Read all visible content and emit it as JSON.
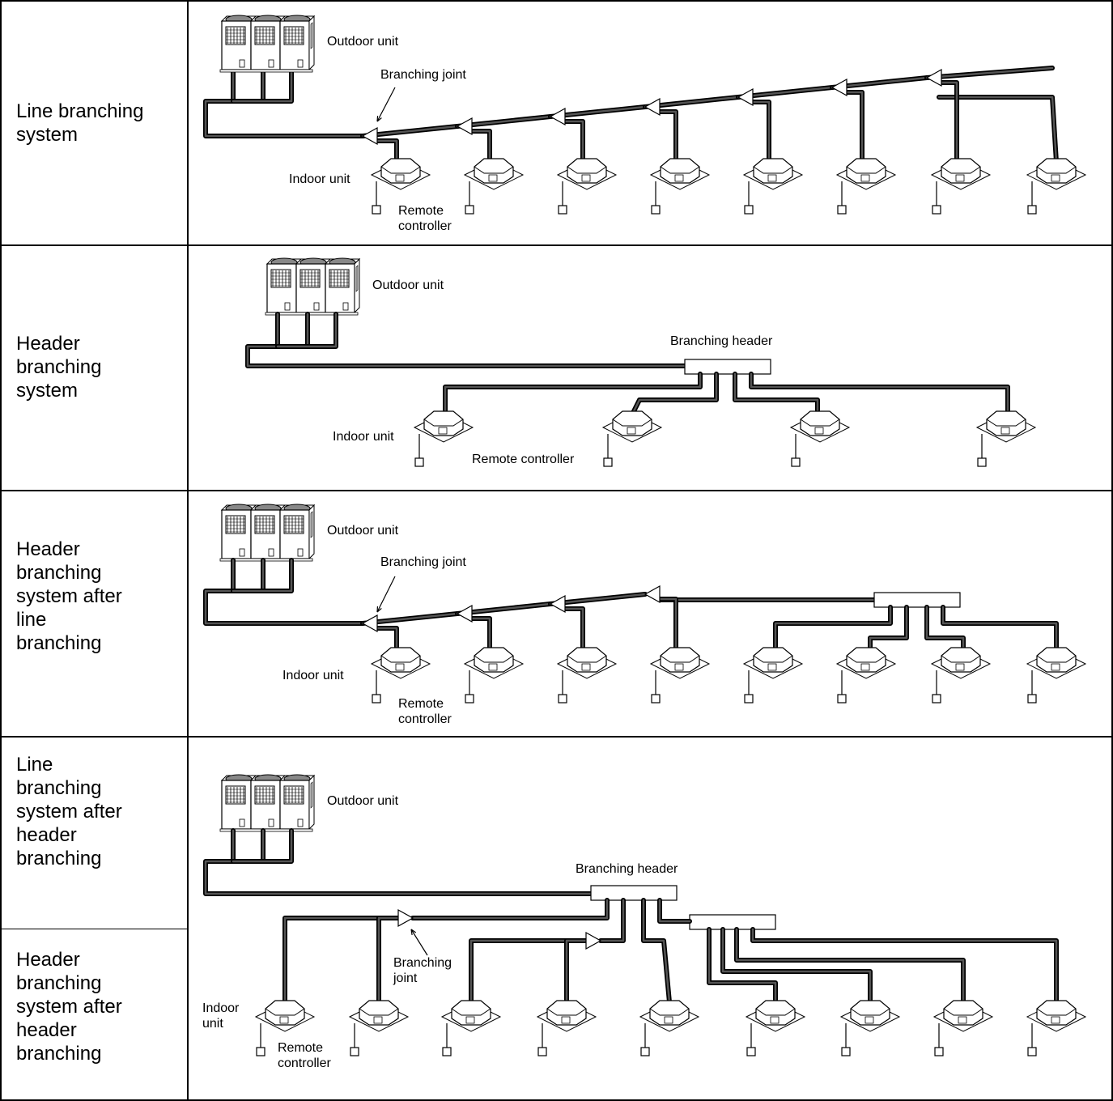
{
  "rows": [
    {
      "label": "Line branching\nsystem",
      "annotations": {
        "outdoor": "Outdoor unit",
        "joint": "Branching joint",
        "indoor": "Indoor unit",
        "remote": "Remote\ncontroller"
      }
    },
    {
      "label": "Header\nbranching\nsystem",
      "annotations": {
        "outdoor": "Outdoor unit",
        "header": "Branching header",
        "indoor": "Indoor unit",
        "remote": "Remote controller"
      }
    },
    {
      "label": "Header\nbranching\nsystem after\nline\nbranching",
      "annotations": {
        "outdoor": "Outdoor unit",
        "joint": "Branching joint",
        "indoor": "Indoor unit",
        "remote": "Remote\ncontroller"
      }
    },
    {
      "label": "Line\nbranching\nsystem after\nheader\nbranching",
      "label2": "Header\nbranching\nsystem after\nheader\nbranching",
      "annotations": {
        "outdoor": "Outdoor unit",
        "header": "Branching header",
        "joint": "Branching\njoint",
        "indoor": "Indoor\nunit",
        "remote": "Remote\ncontroller"
      }
    }
  ]
}
